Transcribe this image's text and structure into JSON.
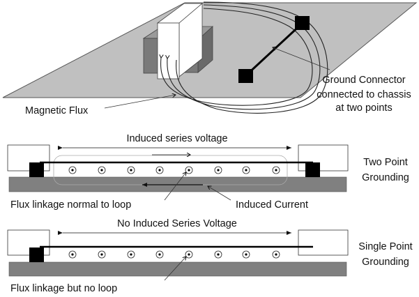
{
  "top": {
    "flux_label": "Magnetic Flux",
    "ground_label": [
      "Ground Connector",
      "connected to chassis",
      "at two points"
    ]
  },
  "two_point": {
    "voltage_label": "Induced series voltage",
    "title": [
      "Two Point",
      "Grounding"
    ],
    "flux_label": "Flux linkage normal to loop",
    "current_label": "Induced Current"
  },
  "single_point": {
    "voltage_label": "No Induced Series Voltage",
    "title": [
      "Single Point",
      "Grounding"
    ],
    "flux_label": "Flux linkage but no loop"
  },
  "colors": {
    "plane": "#c0c0c0",
    "magnet": "#7a7a7a",
    "ground_bar": "#808080",
    "connector": "#000000"
  }
}
